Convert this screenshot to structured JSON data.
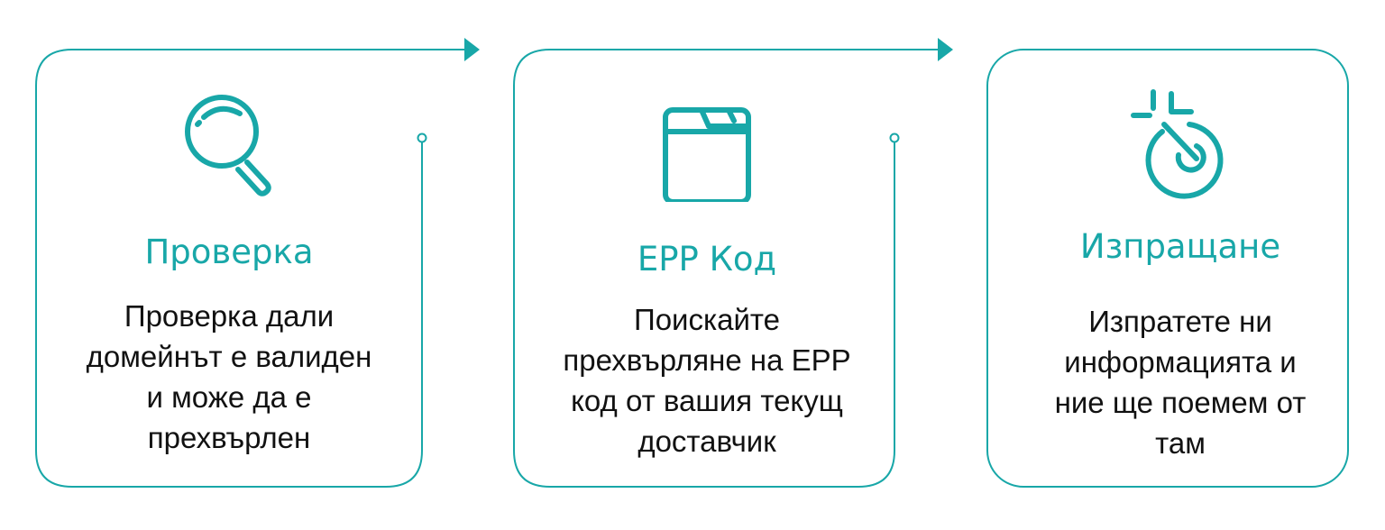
{
  "colors": {
    "accent": "#18a7a8",
    "text": "#111111",
    "background": "#ffffff"
  },
  "steps": [
    {
      "icon": "magnifier-icon",
      "title": "Проверка",
      "text": "Проверка дали\nдомейнът е валиден\nи може да е\nпрехвърлен"
    },
    {
      "icon": "folder-icon",
      "title": "EPP Код",
      "text": "Поискайте\nпрехвърляне на EPP\nкод от вашия текущ\nдоставчик"
    },
    {
      "icon": "target-icon",
      "title": "Изпращане",
      "text": "Изпратете ни\nинформацията и\nние ще поемем от\nтам"
    }
  ]
}
